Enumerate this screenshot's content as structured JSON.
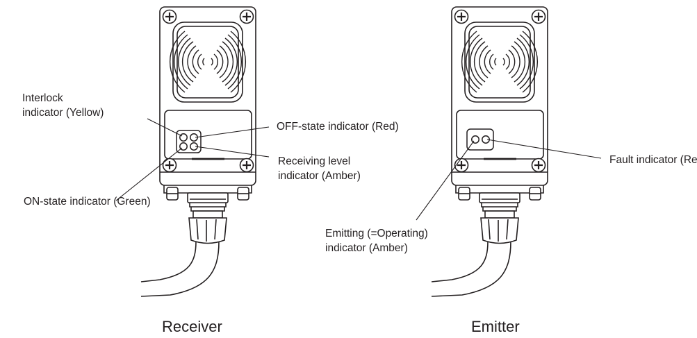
{
  "receiver": {
    "caption": "Receiver",
    "labels": {
      "interlock": [
        "Interlock",
        "indicator (Yellow)"
      ],
      "off_state": "OFF-state indicator (Red)",
      "receiving_level": [
        "Receiving level",
        "indicator (Amber)"
      ],
      "on_state": "ON-state indicator (Green)"
    }
  },
  "emitter": {
    "caption": "Emitter",
    "labels": {
      "fault": "Fault indicator (Red)",
      "emitting": [
        "Emitting (=Operating)",
        "indicator (Amber)"
      ]
    }
  },
  "colors": {
    "line": "#231f20",
    "background": "#ffffff"
  },
  "icons": [
    "screw-icon",
    "speaker-grille-icon",
    "indicator-led-icon",
    "cable-gland-icon"
  ]
}
